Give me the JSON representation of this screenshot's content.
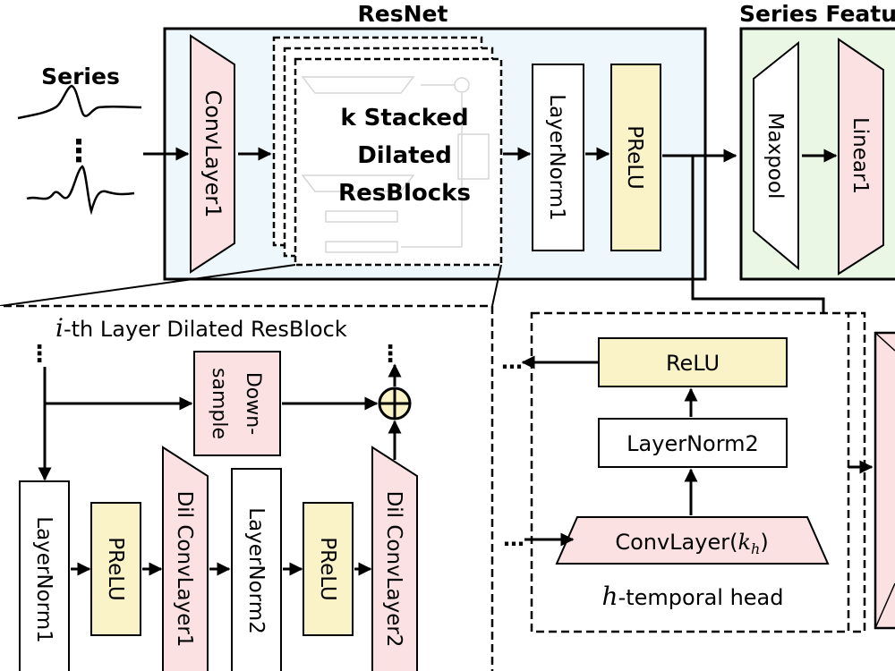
{
  "titles": {
    "resnet": "ResNet",
    "series_feature": "Series Featu",
    "resblock_prefix": "i",
    "resblock_suffix": "-th Layer Dilated ResBlock",
    "head_prefix": "h",
    "head_suffix": "-temporal head"
  },
  "input": {
    "label": "Series",
    "dots": "⋮"
  },
  "resnet": {
    "convlayer1": "ConvLayer1",
    "stacked_line1": "k Stacked",
    "stacked_line2": "Dilated",
    "stacked_line3": "ResBlocks",
    "layernorm1": "LayerNorm1",
    "prelu": "PReLU"
  },
  "series_feature": {
    "maxpool": "Maxpool",
    "linear1": "Linear1"
  },
  "resblock": {
    "top_dots": "⋮",
    "out_dots": "⋮",
    "downsample_line1": "Down-",
    "downsample_line2": "sample",
    "plus": "⊕",
    "layernorm1": "LayerNorm1",
    "prelu1": "PReLU",
    "dilconv1": "Dil ConvLayer1",
    "layernorm2": "LayerNorm2",
    "prelu2": "PReLU",
    "dilconv2": "Dil ConvLayer2"
  },
  "head": {
    "relu": "ReLU",
    "layernorm2": "LayerNorm2",
    "convlayer_prefix": "ConvLayer(",
    "convlayer_k": "k",
    "convlayer_sub": "h",
    "convlayer_suffix": ")",
    "in_dots": "…",
    "out_dots": "…"
  },
  "colors": {
    "pink": "#fbe1e1",
    "yellow": "#fbf3c8",
    "blue_bg": "#eef7fc",
    "green_bg": "#eaf7e4",
    "stroke": "#000000"
  }
}
